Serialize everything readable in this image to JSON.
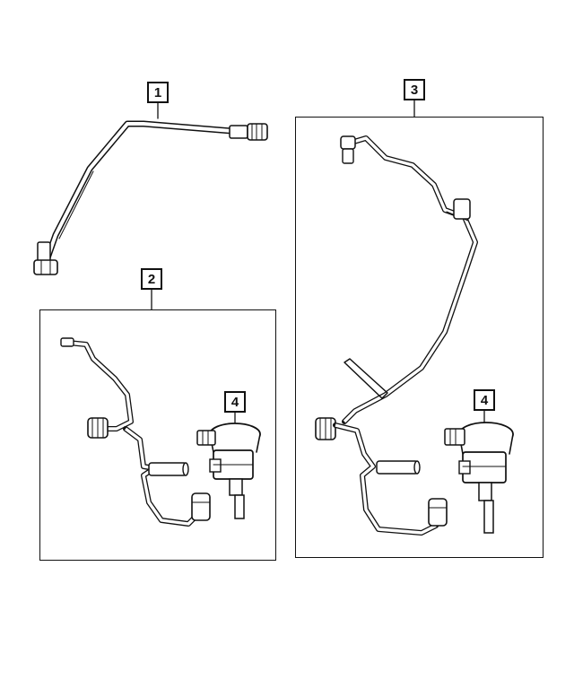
{
  "callouts": {
    "part_1": "1",
    "part_2": "2",
    "part_3": "3",
    "part_4_left": "4",
    "part_4_right": "4"
  }
}
